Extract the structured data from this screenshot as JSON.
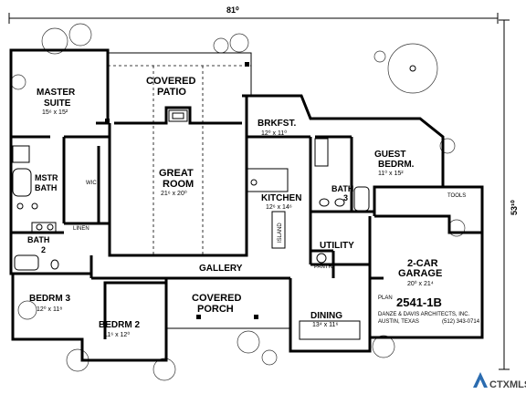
{
  "overall": {
    "width": "81⁰",
    "depth": "53¹⁰"
  },
  "rooms": [
    {
      "id": "master",
      "name": [
        "MASTER",
        "SUITE"
      ],
      "size": "15⁶ x 15²"
    },
    {
      "id": "mstrbath",
      "name": [
        "MSTR",
        "BATH"
      ],
      "size": ""
    },
    {
      "id": "wic",
      "name": [
        "WIC"
      ],
      "size": ""
    },
    {
      "id": "linen",
      "name": [
        "LINEN"
      ],
      "size": ""
    },
    {
      "id": "bath2",
      "name": [
        "BATH",
        "2"
      ],
      "size": ""
    },
    {
      "id": "bedrm3",
      "name": [
        "BEDRM 3"
      ],
      "size": "12⁰ x 11⁸"
    },
    {
      "id": "bedrm2",
      "name": [
        "BEDRM 2"
      ],
      "size": "11⁶ x 12⁰"
    },
    {
      "id": "patio",
      "name": [
        "COVERED",
        "PATIO"
      ],
      "size": ""
    },
    {
      "id": "great",
      "name": [
        "GREAT",
        "ROOM"
      ],
      "size": "21⁶ x 20⁰"
    },
    {
      "id": "gallery",
      "name": [
        "GALLERY"
      ],
      "size": ""
    },
    {
      "id": "porch",
      "name": [
        "COVERED",
        "PORCH"
      ],
      "size": ""
    },
    {
      "id": "brkfst",
      "name": [
        "BRKFST."
      ],
      "size": "12⁰ x 11⁰"
    },
    {
      "id": "kitchen",
      "name": [
        "KITCHEN"
      ],
      "size": "12⁶ x 14⁶"
    },
    {
      "id": "island",
      "name": [
        "ISLAND"
      ],
      "size": ""
    },
    {
      "id": "bath3",
      "name": [
        "BATH",
        "3"
      ],
      "size": ""
    },
    {
      "id": "guest",
      "name": [
        "GUEST",
        "BEDRM."
      ],
      "size": "11⁰ x 15²"
    },
    {
      "id": "tools",
      "name": [
        "TOOLS"
      ],
      "size": ""
    },
    {
      "id": "utility",
      "name": [
        "UTILITY"
      ],
      "size": ""
    },
    {
      "id": "pantry",
      "name": [
        "PANTRY"
      ],
      "size": ""
    },
    {
      "id": "garage",
      "name": [
        "2-CAR",
        "GARAGE"
      ],
      "size": "20⁰ x 21⁴"
    },
    {
      "id": "dining",
      "name": [
        "DINING"
      ],
      "size": "13⁴ x 11⁶"
    }
  ],
  "plan_block": {
    "label": "PLAN",
    "number": "2541-1B",
    "firm": "DANZE & DAVIS ARCHITECTS, INC.",
    "city": "AUSTIN, TEXAS",
    "phone": "(512) 343-0714"
  },
  "watermark": {
    "brand": "CTXMLS"
  }
}
